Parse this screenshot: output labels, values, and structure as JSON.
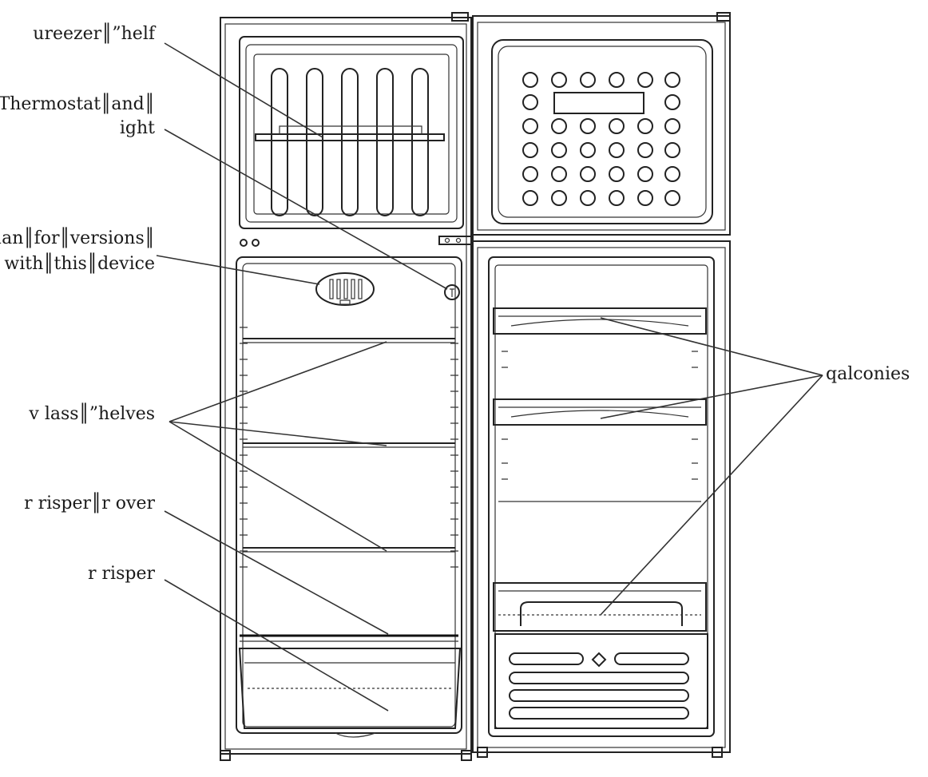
{
  "diagram": {
    "labels": {
      "freezer_shelf": "ureezer║”helf",
      "thermostat_line1": "Thermostat║and║",
      "thermostat_line2": "ight",
      "fan_line1": "uan║for║versions║",
      "fan_line2": "with║this║device",
      "glass_shelves": "v lass║”helves",
      "crisper_cover": "r risper║r over",
      "crisper": "r risper",
      "balconies": "qalconies"
    }
  }
}
